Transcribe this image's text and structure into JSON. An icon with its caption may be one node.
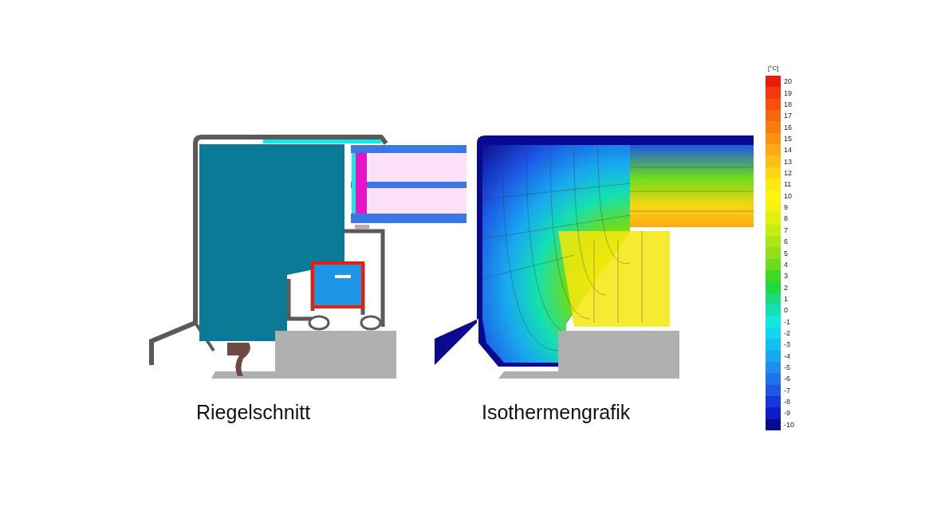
{
  "diagram": {
    "labels": [
      "Riegelschnitt",
      "Isothermengrafik",
      "[°C]"
    ],
    "legend": [
      {
        "text": "20",
        "color": "#f01a0a"
      },
      {
        "text": "19",
        "color": "#f5380a"
      },
      {
        "text": "18",
        "color": "#f7500c"
      },
      {
        "text": "17",
        "color": "#f8660e"
      },
      {
        "text": "16",
        "color": "#f97c10"
      },
      {
        "text": "15",
        "color": "#fa9212"
      },
      {
        "text": "14",
        "color": "#fbaa14"
      },
      {
        "text": "13",
        "color": "#fcc014"
      },
      {
        "text": "12",
        "color": "#fdd612"
      },
      {
        "text": "11",
        "color": "#fee810"
      },
      {
        "text": "10",
        "color": "#fef40e"
      },
      {
        "text": "9",
        "color": "#f4f40c"
      },
      {
        "text": "8",
        "color": "#e0f00c"
      },
      {
        "text": "7",
        "color": "#c8ec10"
      },
      {
        "text": "6",
        "color": "#aee614"
      },
      {
        "text": "5",
        "color": "#90e018"
      },
      {
        "text": "4",
        "color": "#6cdc1c"
      },
      {
        "text": "3",
        "color": "#40d820"
      },
      {
        "text": "2",
        "color": "#20d840"
      },
      {
        "text": "1",
        "color": "#18dc80"
      },
      {
        "text": "0",
        "color": "#14e0b0"
      },
      {
        "text": "-1",
        "color": "#10e8e0"
      },
      {
        "text": "-2",
        "color": "#10d8f0"
      },
      {
        "text": "-3",
        "color": "#14c0f0"
      },
      {
        "text": "-4",
        "color": "#18a8f0"
      },
      {
        "text": "-5",
        "color": "#1c8ef0"
      },
      {
        "text": "-6",
        "color": "#1e74ec"
      },
      {
        "text": "-7",
        "color": "#1c58e4"
      },
      {
        "text": "-8",
        "color": "#1438dc"
      },
      {
        "text": "-9",
        "color": "#0c1cc8"
      },
      {
        "text": "-10",
        "color": "#0a0a90"
      }
    ]
  }
}
